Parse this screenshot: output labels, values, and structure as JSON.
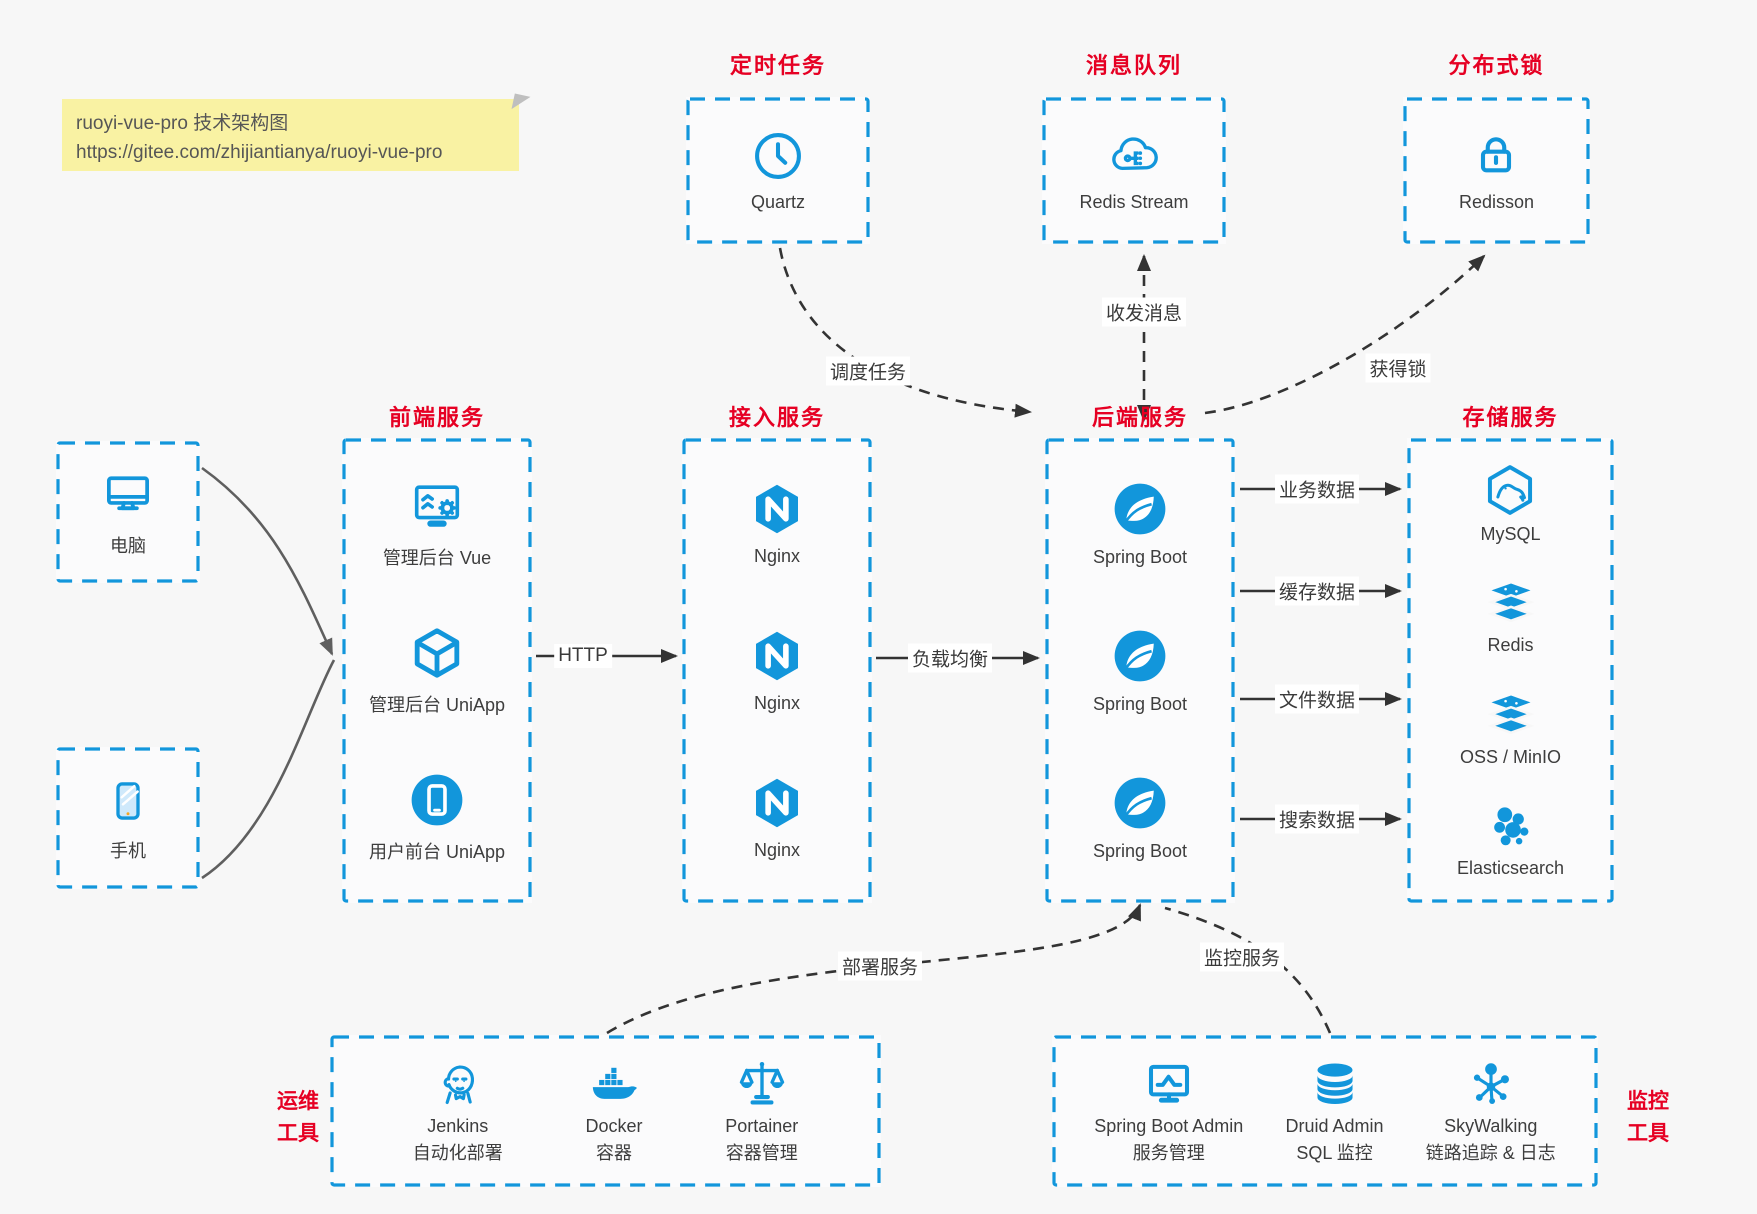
{
  "note": {
    "line1": "ruoyi-vue-pro 技术架构图",
    "line2": "https://gitee.com/zhijiantianya/ruoyi-vue-pro"
  },
  "colors": {
    "accent_blue": "#1296db",
    "title_red": "#e60023",
    "arrow_dark": "#333333",
    "arrow_gray": "#5f5f5f",
    "note_bg": "#f9f2a3",
    "page_bg": "#f7f7f7"
  },
  "groups": {
    "scheduler": {
      "title": "定时任务",
      "item": {
        "label": "Quartz",
        "icon": "clock-icon"
      }
    },
    "mq": {
      "title": "消息队列",
      "item": {
        "label": "Redis Stream",
        "icon": "cloud-stream-icon"
      }
    },
    "lock": {
      "title": "分布式锁",
      "item": {
        "label": "Redisson",
        "icon": "lock-icon"
      }
    },
    "clients": {
      "computer": {
        "label": "电脑",
        "icon": "desktop-icon"
      },
      "phone": {
        "label": "手机",
        "icon": "phone-icon"
      }
    },
    "frontend": {
      "title": "前端服务",
      "items": [
        {
          "label": "管理后台 Vue",
          "icon": "admin-vue-icon"
        },
        {
          "label": "管理后台 UniApp",
          "icon": "uniapp-cube-icon"
        },
        {
          "label": "用户前台 UniApp",
          "icon": "user-app-icon"
        }
      ]
    },
    "gateway": {
      "title": "接入服务",
      "items": [
        {
          "label": "Nginx",
          "icon": "nginx-icon"
        },
        {
          "label": "Nginx",
          "icon": "nginx-icon"
        },
        {
          "label": "Nginx",
          "icon": "nginx-icon"
        }
      ]
    },
    "backend": {
      "title": "后端服务",
      "items": [
        {
          "label": "Spring Boot",
          "icon": "spring-icon"
        },
        {
          "label": "Spring Boot",
          "icon": "spring-icon"
        },
        {
          "label": "Spring Boot",
          "icon": "spring-icon"
        }
      ]
    },
    "storage": {
      "title": "存储服务",
      "items": [
        {
          "label": "MySQL",
          "icon": "mysql-icon"
        },
        {
          "label": "Redis",
          "icon": "redis-stack-icon"
        },
        {
          "label": "OSS / MinIO",
          "icon": "redis-stack-icon"
        },
        {
          "label": "Elasticsearch",
          "icon": "elasticsearch-icon"
        }
      ]
    },
    "ops": {
      "title_lines": [
        "运维",
        "工具"
      ],
      "items": [
        {
          "label": "Jenkins",
          "sublabel": "自动化部署",
          "icon": "jenkins-icon"
        },
        {
          "label": "Docker",
          "sublabel": "容器",
          "icon": "docker-whale-icon"
        },
        {
          "label": "Portainer",
          "sublabel": "容器管理",
          "icon": "portainer-scales-icon"
        }
      ]
    },
    "monitoring": {
      "title_lines": [
        "监控",
        "工具"
      ],
      "items": [
        {
          "label": "Spring Boot Admin",
          "sublabel": "服务管理",
          "icon": "spring-boot-admin-icon"
        },
        {
          "label": "Druid Admin",
          "sublabel": "SQL 监控",
          "icon": "druid-database-icon"
        },
        {
          "label": "SkyWalking",
          "sublabel": "链路追踪 & 日志",
          "icon": "skywalking-icon"
        }
      ]
    }
  },
  "edges": {
    "http": "HTTP",
    "load_balance": "负载均衡",
    "schedule_task": "调度任务",
    "send_receive_message": "收发消息",
    "acquire_lock": "获得锁",
    "business_data": "业务数据",
    "cache_data": "缓存数据",
    "file_data": "文件数据",
    "search_data": "搜索数据",
    "deploy_service": "部署服务",
    "monitor_service": "监控服务"
  }
}
